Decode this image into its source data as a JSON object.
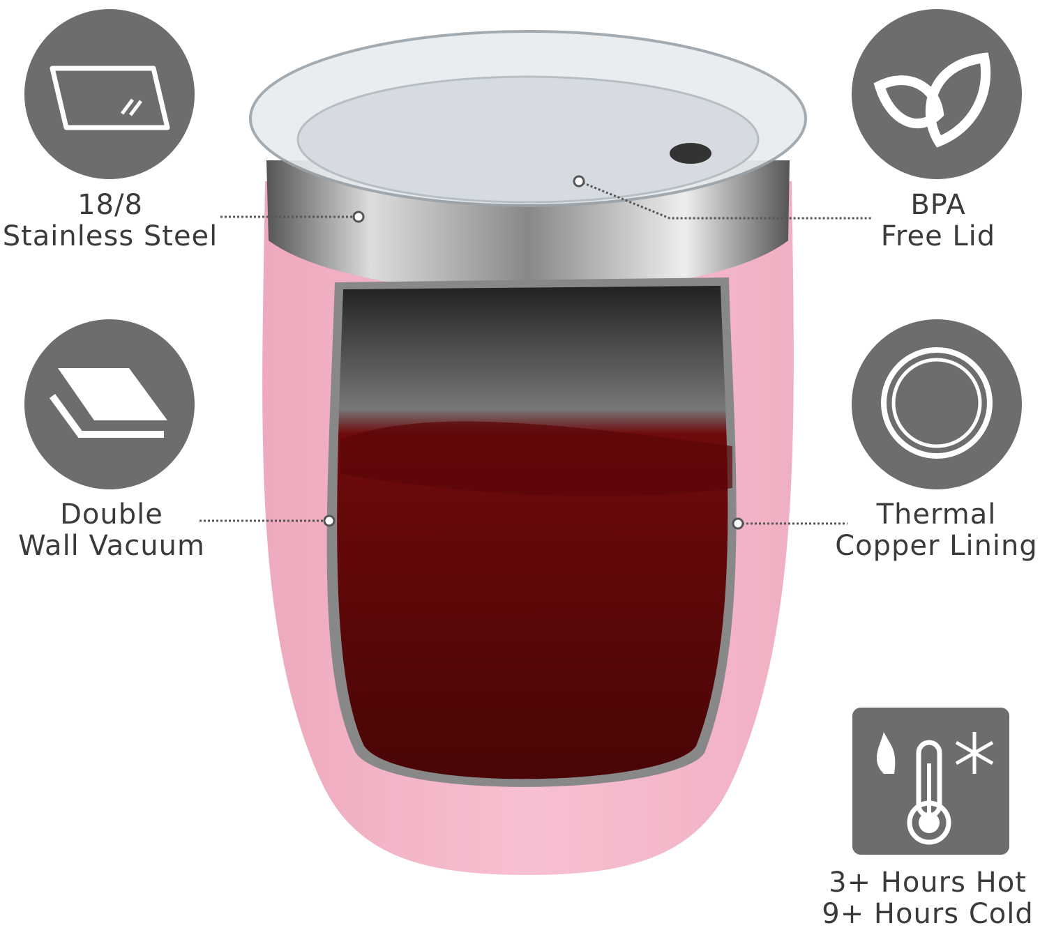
{
  "features": [
    {
      "icon": "steel-plate-icon",
      "line1": "18/8",
      "line2": "Stainless Steel"
    },
    {
      "icon": "leaf-icon",
      "line1": "BPA",
      "line2": "Free Lid"
    },
    {
      "icon": "double-wall-icon",
      "line1": "Double",
      "line2": "Wall Vacuum"
    },
    {
      "icon": "ring-icon",
      "line1": "Thermal",
      "line2": "Copper Lining"
    },
    {
      "icon": "thermometer-icon",
      "line1": "3+ Hours Hot",
      "line2": "9+ Hours Cold"
    }
  ],
  "colors": {
    "icon_bg": "#6d6d6d",
    "tumbler": "#f4b6c8",
    "wine": "#6e0a0c"
  }
}
